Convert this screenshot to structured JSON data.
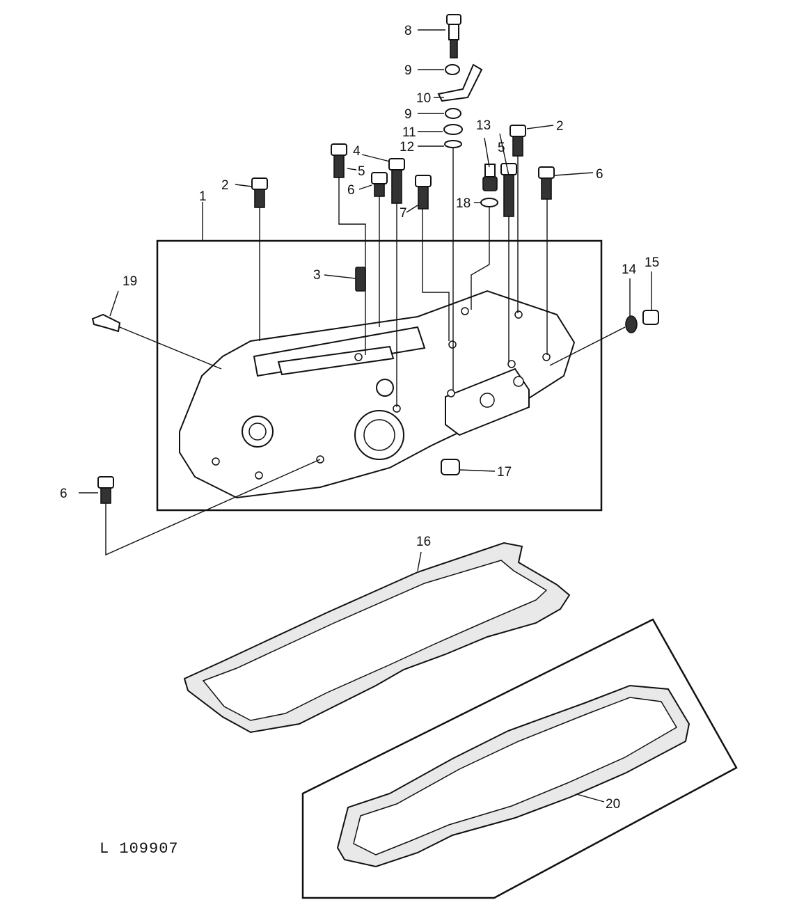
{
  "figure": {
    "reference": "L 109907",
    "callouts": [
      "1",
      "2",
      "3",
      "4",
      "5",
      "6",
      "7",
      "8",
      "9",
      "10",
      "11",
      "12",
      "13",
      "14",
      "15",
      "16",
      "17",
      "18",
      "19",
      "20"
    ]
  }
}
